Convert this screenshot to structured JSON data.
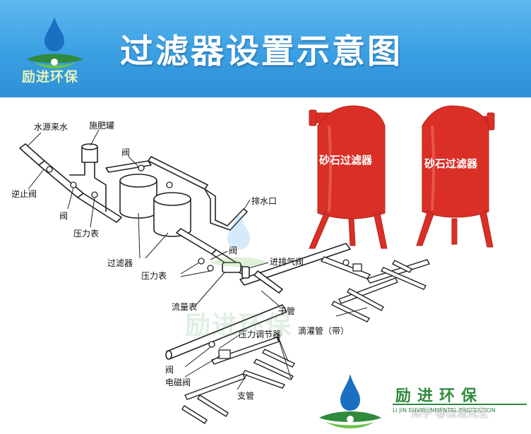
{
  "header": {
    "title": "过滤器设置示意图",
    "logo_text": "励进环保",
    "color": "#3a9fe3"
  },
  "labels": {
    "water_source": "水源来水",
    "fertilizer_tank": "施肥罐",
    "valve": "阀",
    "check_valve": "逆止阀",
    "pressure_gauge": "压力表",
    "drain_outlet": "排水口",
    "filter": "过滤器",
    "air_valve": "进排气阀",
    "flow_meter": "流量表",
    "main_pipe": "干管",
    "pressure_regulator": "压力调节器",
    "drip_tube": "滴灌管（带）",
    "solenoid_valve": "电磁阀",
    "branch_pipe": "支管"
  },
  "photo": {
    "tank_label": "砂石过滤器",
    "tank_color": "#e8352e"
  },
  "watermark": {
    "text": "励进环保"
  },
  "footer": {
    "brand_cn": "励进环保",
    "brand_en": "LI JIN ENVIRONMENTAL PROTECTION",
    "credit": "知乎 @过滤先生"
  }
}
